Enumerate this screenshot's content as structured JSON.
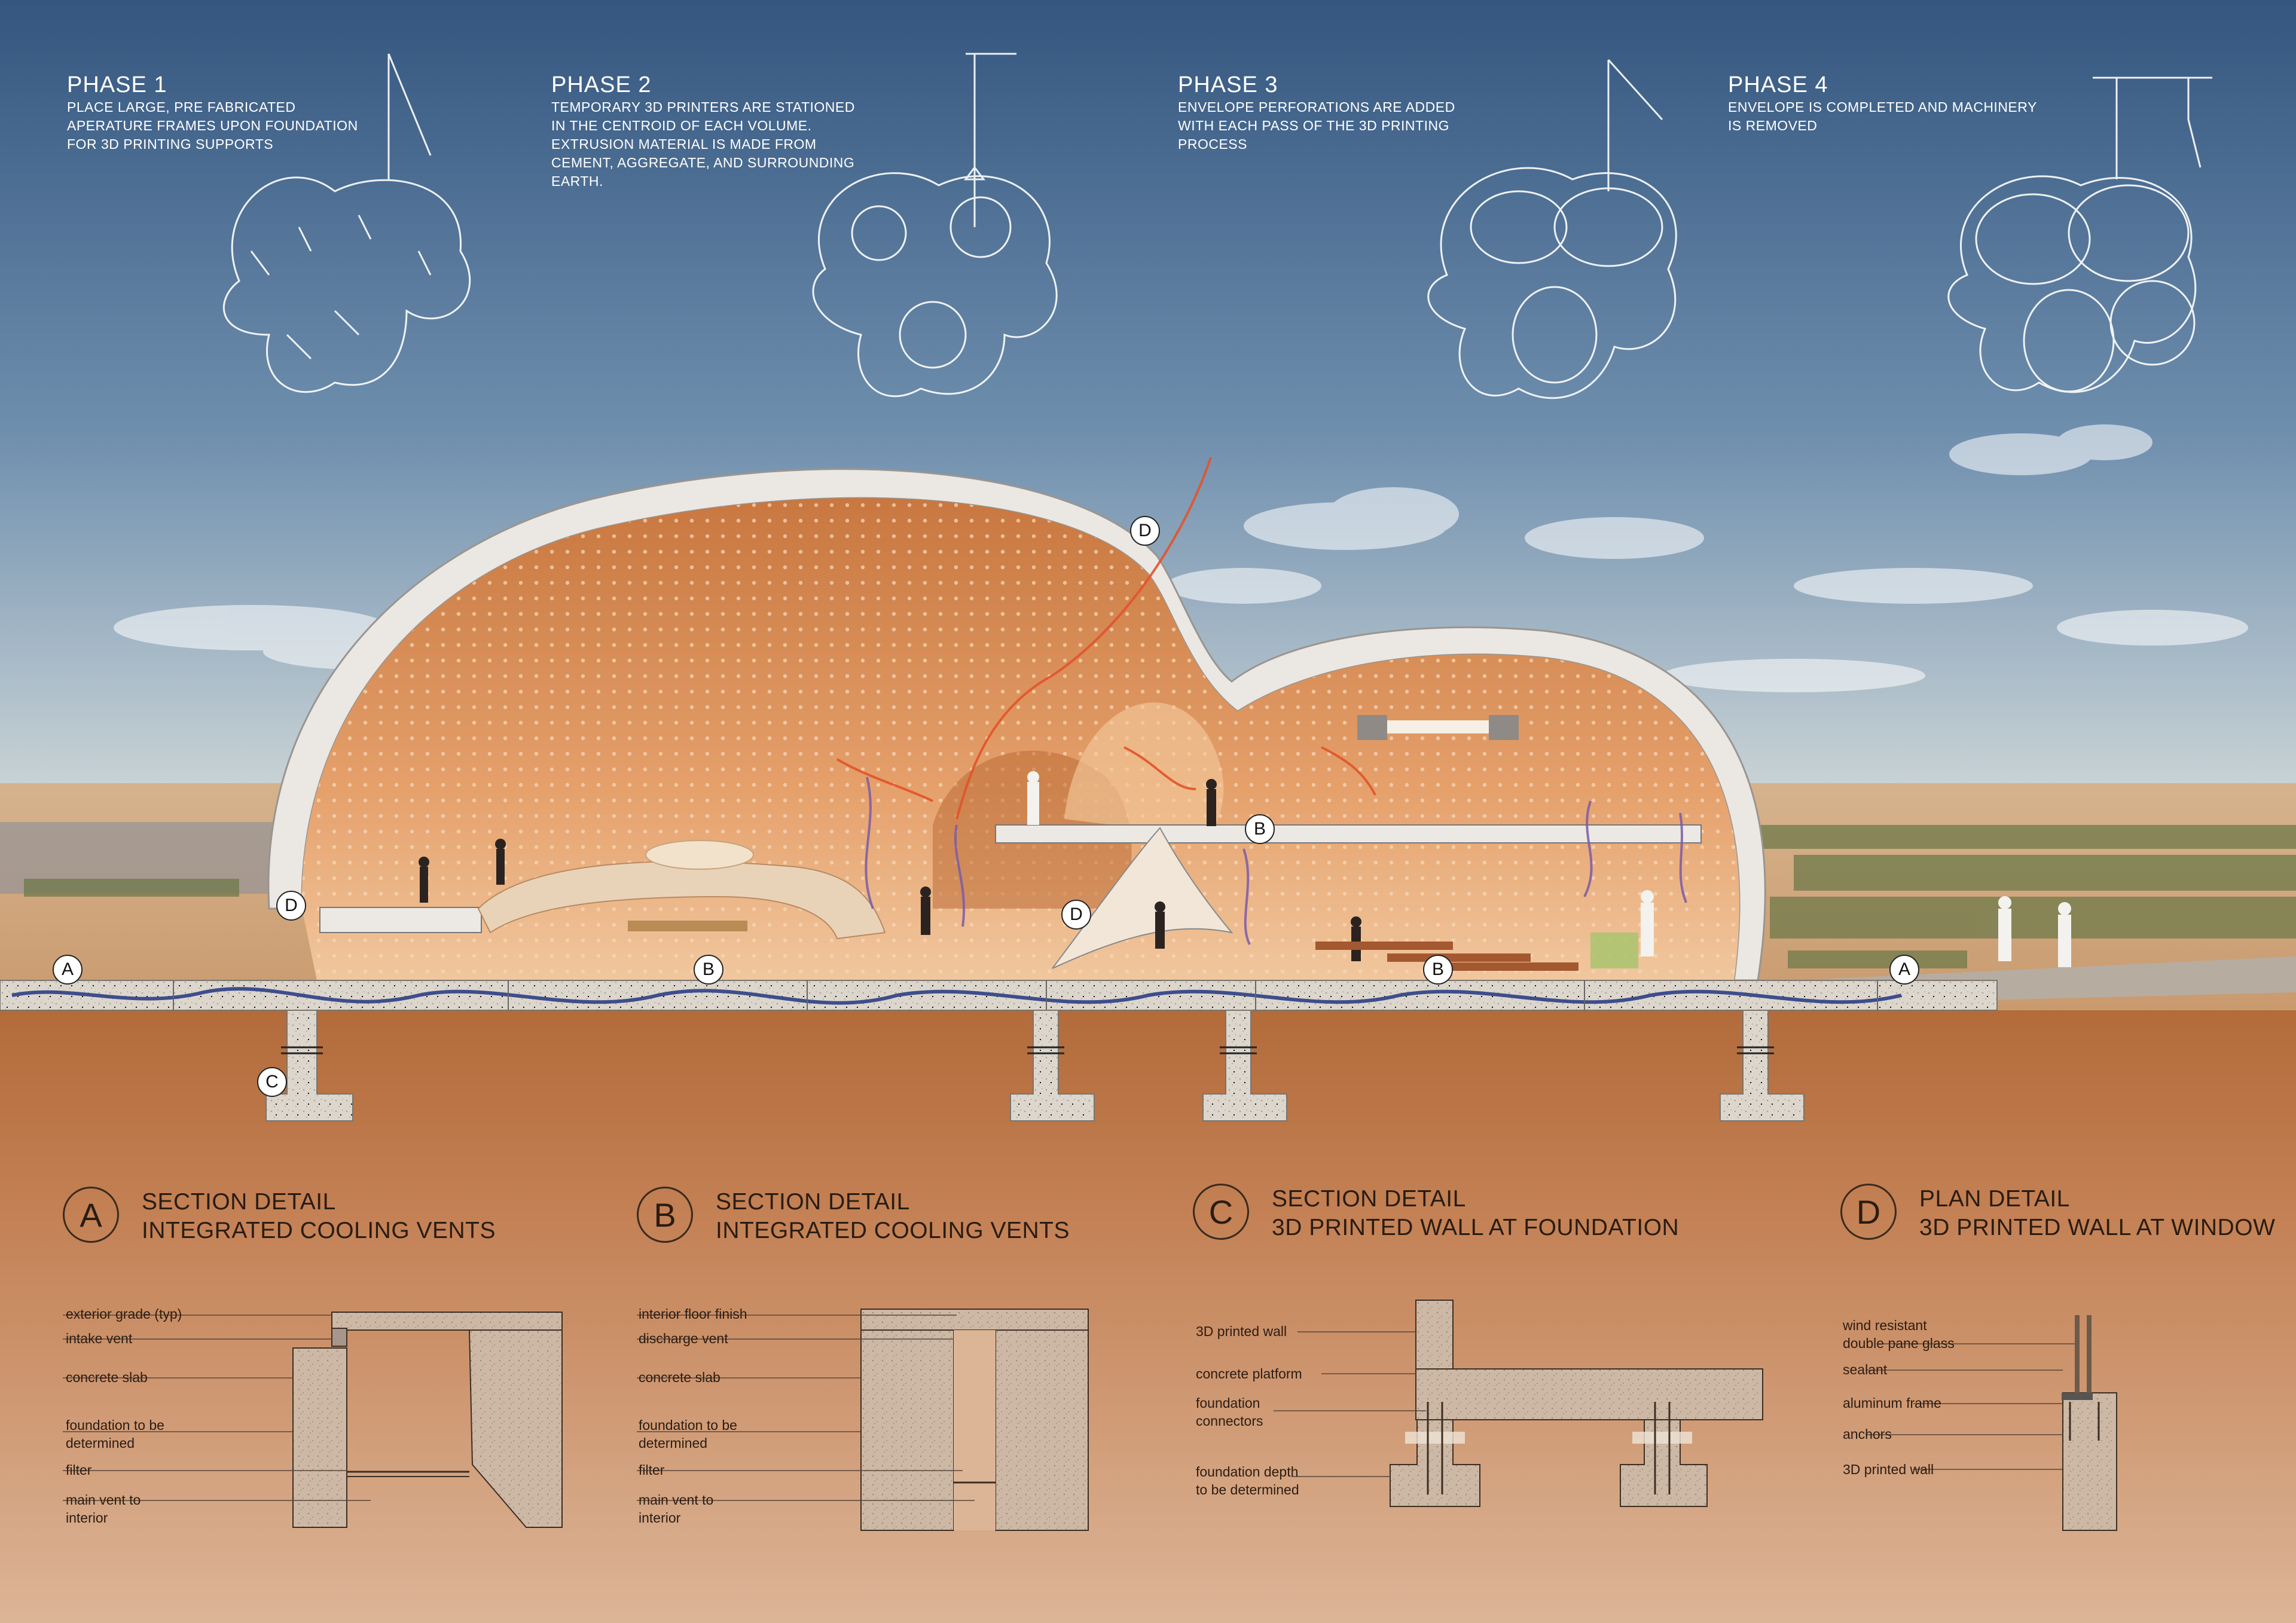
{
  "phases": [
    {
      "title": "PHASE 1",
      "lines": [
        "PLACE LARGE, PRE FABRICATED",
        "APERATURE FRAMES UPON FOUNDATION",
        "FOR 3D PRINTING SUPPORTS"
      ]
    },
    {
      "title": "PHASE 2",
      "lines": [
        "TEMPORARY 3D PRINTERS ARE STATIONED",
        "IN THE CENTROID OF EACH VOLUME.",
        "EXTRUSION MATERIAL IS MADE FROM",
        "CEMENT, AGGREGATE, AND SURROUNDING",
        "EARTH."
      ]
    },
    {
      "title": "PHASE 3",
      "lines": [
        "ENVELOPE PERFORATIONS ARE ADDED",
        "WITH EACH PASS OF THE 3D PRINTING",
        "PROCESS"
      ]
    },
    {
      "title": "PHASE 4",
      "lines": [
        "ENVELOPE IS COMPLETED AND MACHINERY",
        "IS REMOVED"
      ]
    }
  ],
  "callouts": {
    "a": "A",
    "b": "B",
    "c": "C",
    "d": "D"
  },
  "details": [
    {
      "letter": "A",
      "title_line1": "SECTION DETAIL",
      "title_line2": "INTEGRATED COOLING VENTS",
      "labels": [
        "exterior grade (typ)",
        "intake vent",
        "concrete slab",
        "foundation to be",
        "determined",
        "filter",
        "main vent to",
        "interior"
      ]
    },
    {
      "letter": "B",
      "title_line1": "SECTION DETAIL",
      "title_line2": "INTEGRATED COOLING VENTS",
      "labels": [
        "interior floor finish",
        "discharge vent",
        "concrete slab",
        "foundation to be",
        "determined",
        "filter",
        "main vent to",
        "interior"
      ]
    },
    {
      "letter": "C",
      "title_line1": "SECTION DETAIL",
      "title_line2": "3D PRINTED WALL AT FOUNDATION",
      "labels": [
        "3D printed wall",
        "concrete platform",
        "foundation",
        "connectors",
        "foundation depth",
        "to be determined"
      ]
    },
    {
      "letter": "D",
      "title_line1": "PLAN DETAIL",
      "title_line2": "3D PRINTED WALL AT WINDOW",
      "labels": [
        "wind resistant",
        "double pane glass",
        "sealant",
        "aluminum frame",
        "anchors",
        "3D printed wall"
      ]
    }
  ],
  "colors": {
    "sky_top": "#3a5f8c",
    "sky_bottom": "#b9cbd6",
    "shell": "#e9e6e1",
    "interior": "#d98a55",
    "earth": "#b8703e",
    "ink": "#2b1d13",
    "vent_pipe": "#3e4d8c",
    "heat_line": "#e0552a"
  }
}
